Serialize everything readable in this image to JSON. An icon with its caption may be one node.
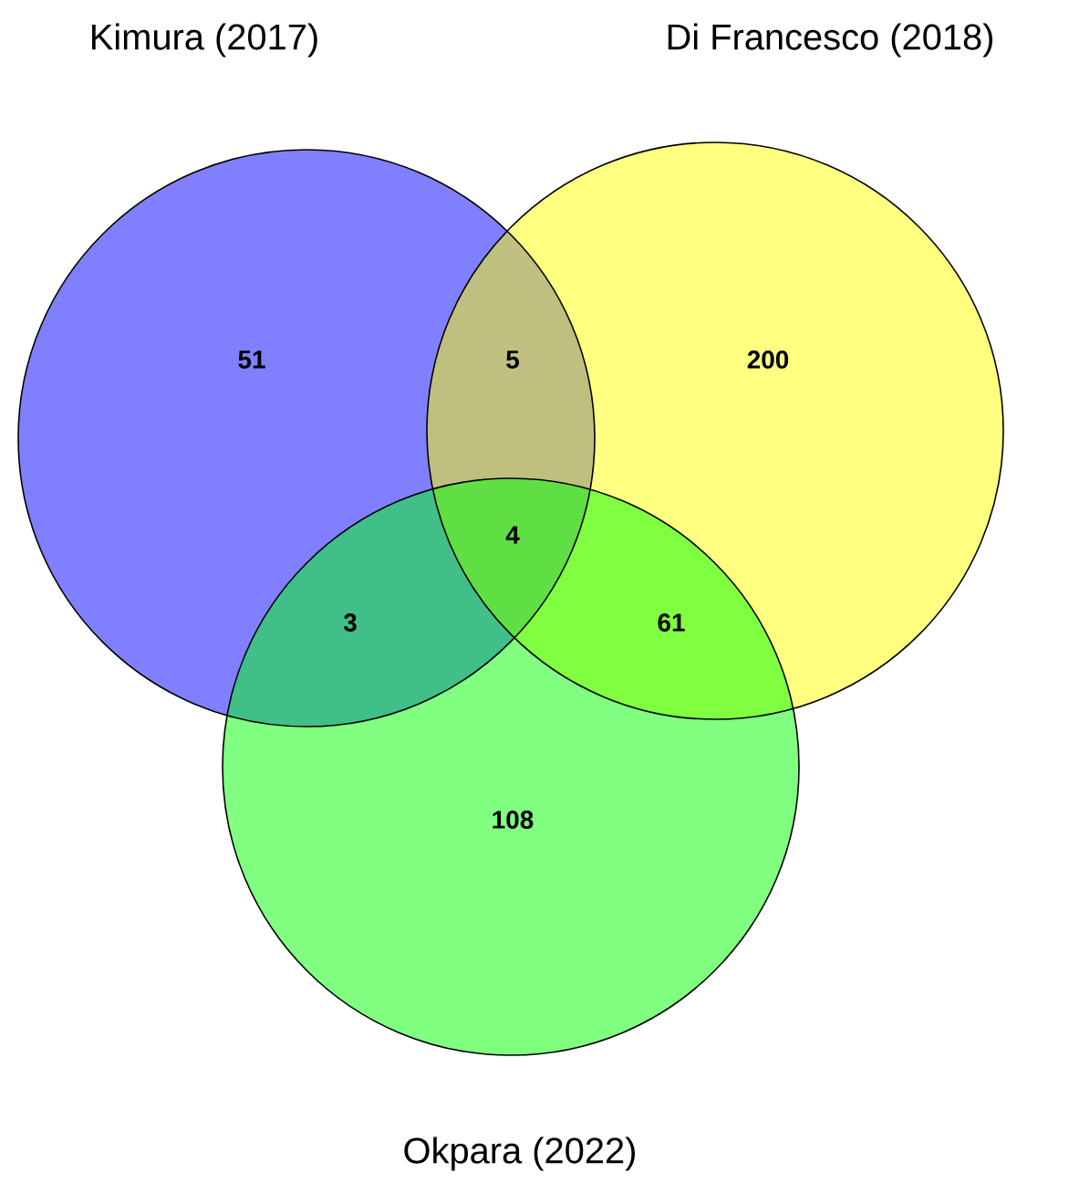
{
  "diagram": {
    "nodes": [
      {
        "text": [
          "Kimura (2017)"
        ]
      },
      {
        "text": [
          "Di Francesco (2018)"
        ]
      },
      {
        "text": [
          "Okpara (2022)"
        ]
      }
    ],
    "labels": [
      "51",
      "5",
      "200",
      "4",
      "3",
      "61",
      "108"
    ]
  }
}
